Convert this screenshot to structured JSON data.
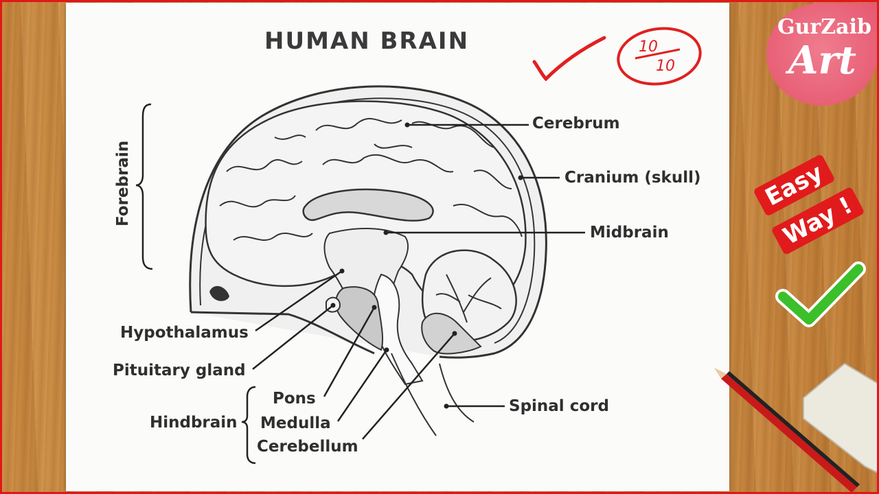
{
  "title": "HUMAN BRAIN",
  "score": {
    "numerator": "10",
    "denominator": "10"
  },
  "badge": {
    "top_text": "GurZaib",
    "main_text": "Art"
  },
  "sticker": {
    "line1": "Easy",
    "line2": "Way !"
  },
  "labels": {
    "cerebrum": "Cerebrum",
    "cranium": "Cranium (skull)",
    "midbrain": "Midbrain",
    "forebrain": "Forebrain",
    "hypothalamus": "Hypothalamus",
    "pituitary": "Pituitary gland",
    "hindbrain": "Hindbrain",
    "pons": "Pons",
    "medulla": "Medulla",
    "cerebellum": "Cerebellum",
    "spinal_cord": "Spinal cord"
  },
  "colors": {
    "frame": "#e01818",
    "ink": "#2f2f2f",
    "check_green": "#3bbf2a",
    "badge_pink": "#e4546c"
  }
}
